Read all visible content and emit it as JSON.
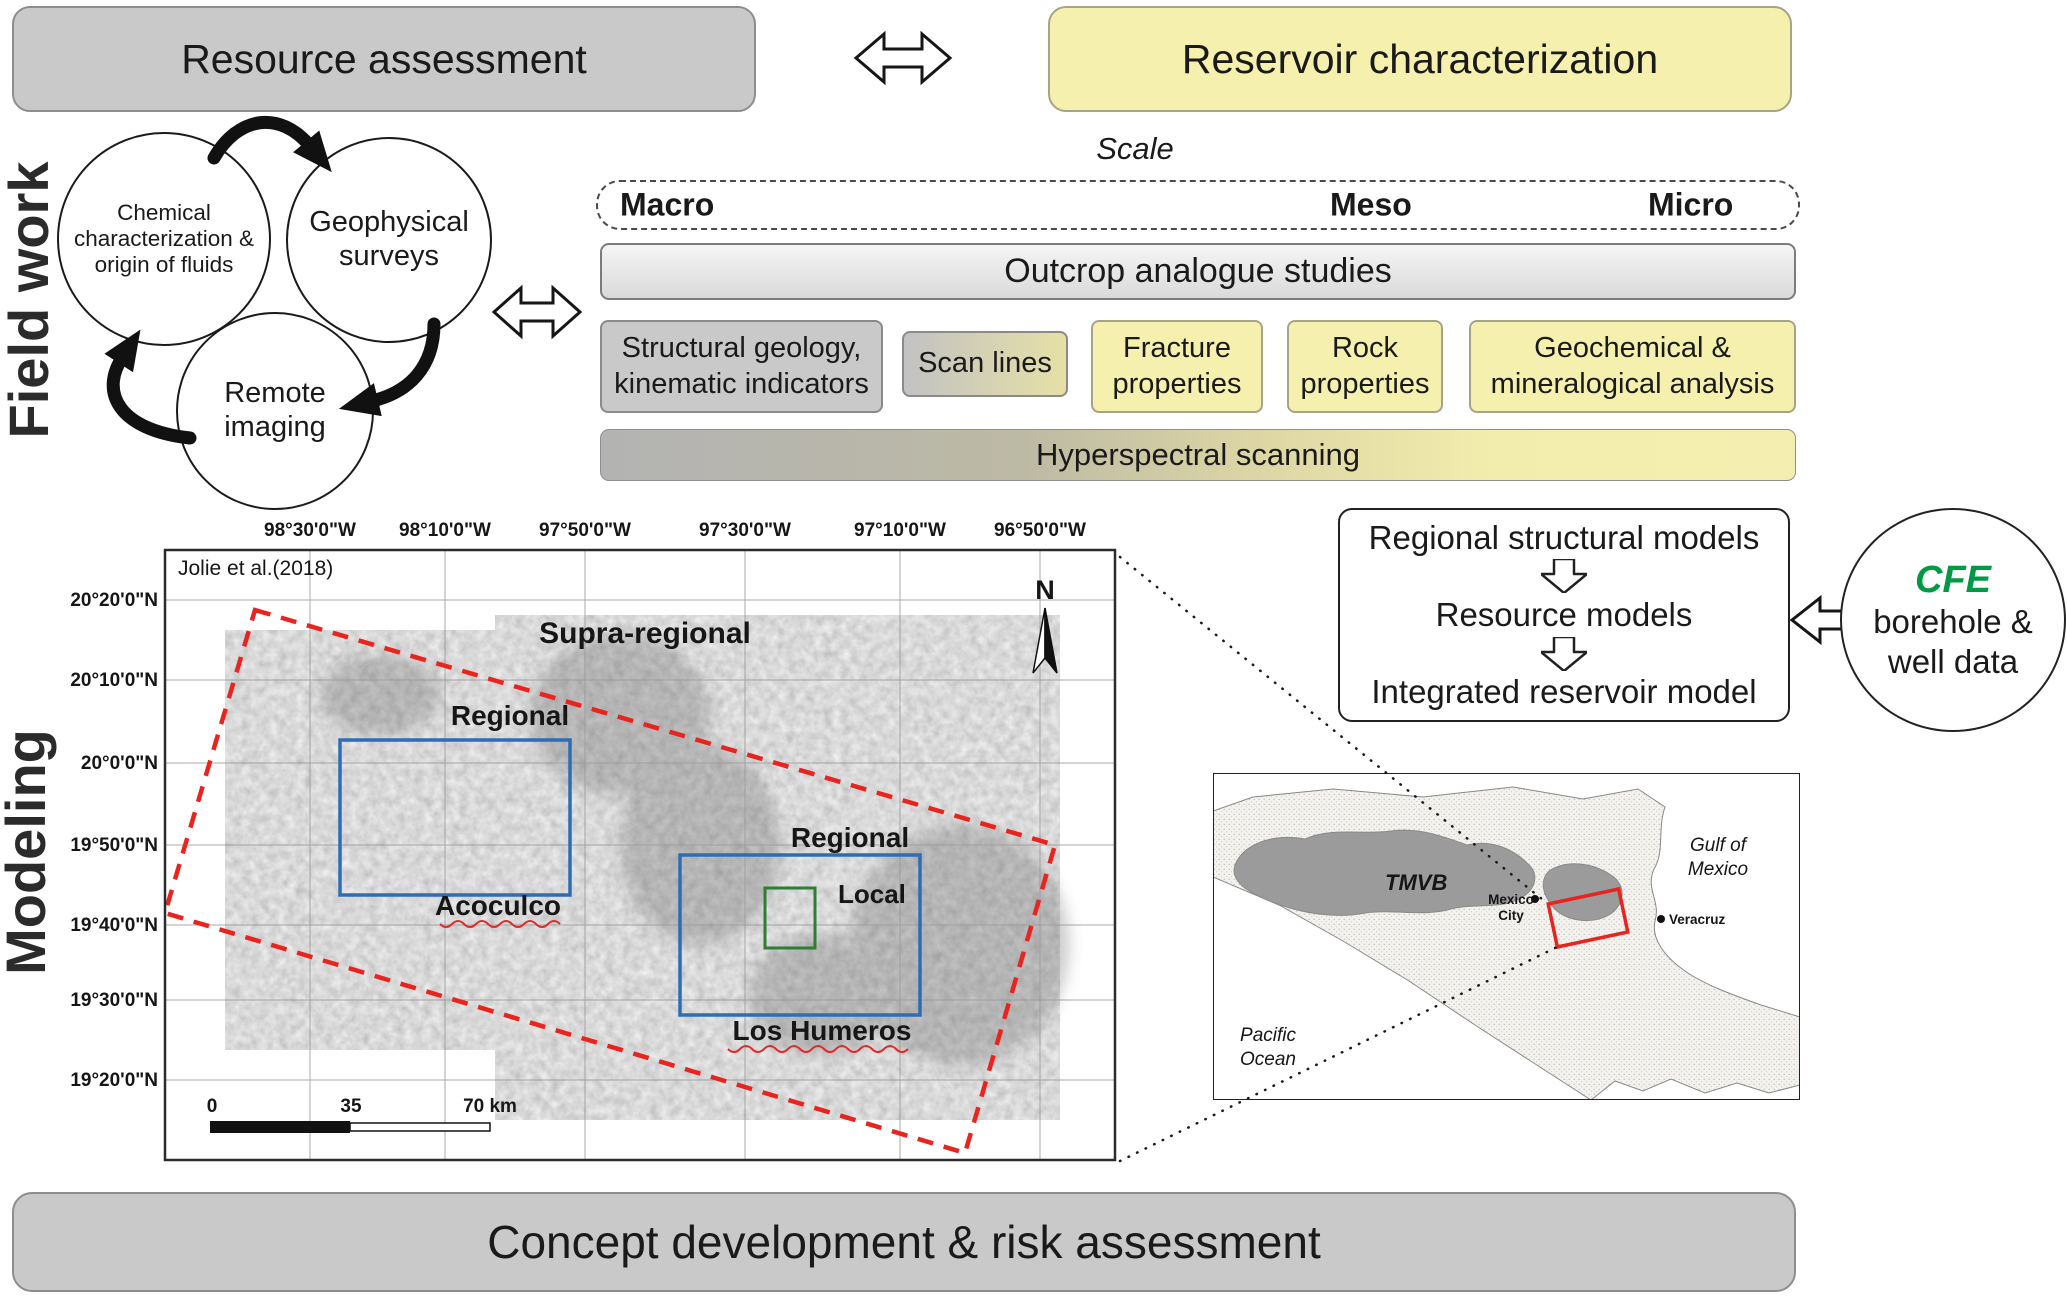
{
  "colors": {
    "gray_box": "#c9c9c9",
    "yellow_box": "#f6f0ae",
    "cfe_green": "#009a44",
    "accent_red": "#e8241f",
    "accent_blue": "#2e6db4"
  },
  "top": {
    "resource_assessment": "Resource assessment",
    "reservoir_characterization": "Reservoir characterization"
  },
  "side_labels": {
    "field_work": "Field work",
    "modeling": "Modeling"
  },
  "field_work_cycle": {
    "chemical": "Chemical characterization & origin of fluids",
    "geophysical": "Geophysical surveys",
    "remote": "Remote imaging"
  },
  "scale": {
    "title": "Scale",
    "macro": "Macro",
    "meso": "Meso",
    "micro": "Micro"
  },
  "studies": {
    "outcrop": "Outcrop analogue studies",
    "structural_line1": "Structural geology,",
    "structural_line2": "kinematic indicators",
    "scan_lines": "Scan lines",
    "fracture": "Fracture properties",
    "rock": "Rock properties",
    "geochemical": "Geochemical & mineralogical analysis",
    "hyperspectral": "Hyperspectral scanning"
  },
  "map": {
    "credit": "Jolie et al.(2018)",
    "supra_regional": "Supra-regional",
    "regional_west": "Regional",
    "acoculco": "Acoculco",
    "regional_east": "Regional",
    "local": "Local",
    "los_humeros": "Los Humeros",
    "north": "N",
    "scale_bar": {
      "tick0": "0",
      "tick35": "35",
      "tick70": "70 km"
    },
    "lon_labels": [
      "98°30'0\"W",
      "98°10'0\"W",
      "97°50'0\"W",
      "97°30'0\"W",
      "97°10'0\"W",
      "96°50'0\"W"
    ],
    "lat_labels": [
      "20°20'0\"N",
      "20°10'0\"N",
      "20°0'0\"N",
      "19°50'0\"N",
      "19°40'0\"N",
      "19°30'0\"N",
      "19°20'0\"N"
    ]
  },
  "models": {
    "item1": "Regional structural models",
    "item2": "Resource models",
    "item3": "Integrated reservoir model"
  },
  "cfe": {
    "acronym": "CFE",
    "label": "borehole & well data"
  },
  "inset_map": {
    "tmvb": "TMVB",
    "gulf_line1": "Gulf of",
    "gulf_line2": "Mexico",
    "pacific_line1": "Pacific",
    "pacific_line2": "Ocean",
    "mexico_city_line1": "Mexico",
    "mexico_city_line2": "City",
    "veracruz": "Veracruz"
  },
  "bottom": {
    "concept": "Concept development & risk assessment"
  }
}
